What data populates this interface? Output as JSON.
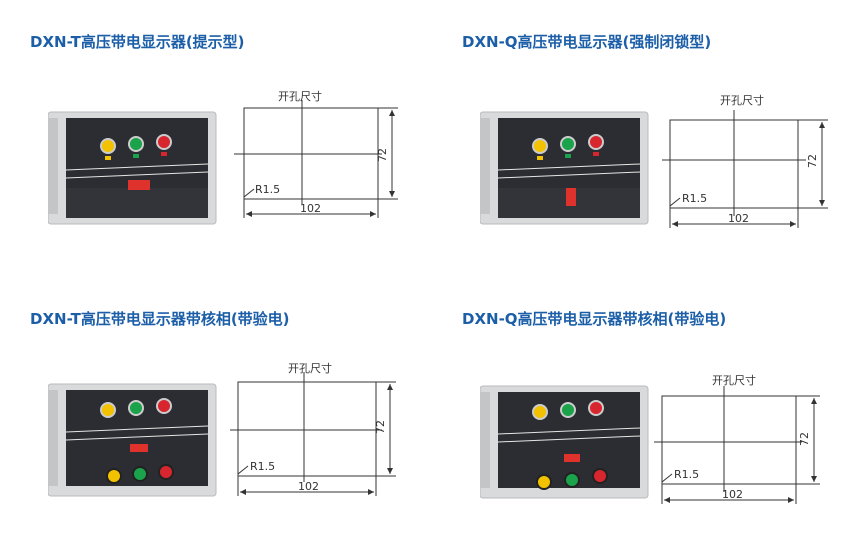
{
  "products": [
    {
      "title": "DXN-T高压带电显示器(提示型)",
      "device": {
        "model": "DXN-T",
        "has_phase_terminals": false
      },
      "drawing": {
        "caption": "开孔尺寸",
        "width": "102",
        "height": "72",
        "radius": "R1.5"
      }
    },
    {
      "title": "DXN-Q高压带电显示器(强制闭锁型)",
      "device": {
        "model": "DXN-Q",
        "has_phase_terminals": false
      },
      "drawing": {
        "caption": "开孔尺寸",
        "width": "102",
        "height": "72",
        "radius": "R1.5"
      }
    },
    {
      "title": "DXN-T高压带电显示器带核相(带验电)",
      "device": {
        "model": "DXN-T",
        "has_phase_terminals": true
      },
      "drawing": {
        "caption": "开孔尺寸",
        "width": "102",
        "height": "72",
        "radius": "R1.5"
      }
    },
    {
      "title": "DXN-Q高压带电显示器带核相(带验电)",
      "device": {
        "model": "DXN-Q",
        "has_phase_terminals": true
      },
      "drawing": {
        "caption": "开孔尺寸",
        "width": "102",
        "height": "72",
        "radius": "R1.5"
      }
    }
  ],
  "colors": {
    "title": "#1c5fa8",
    "panel": "#2b2d33",
    "frame": "#d9dadc",
    "lamp_yellow": "#f2c200",
    "lamp_green": "#1aa34a",
    "lamp_red": "#d8262e",
    "button_red": "#e0322c"
  }
}
